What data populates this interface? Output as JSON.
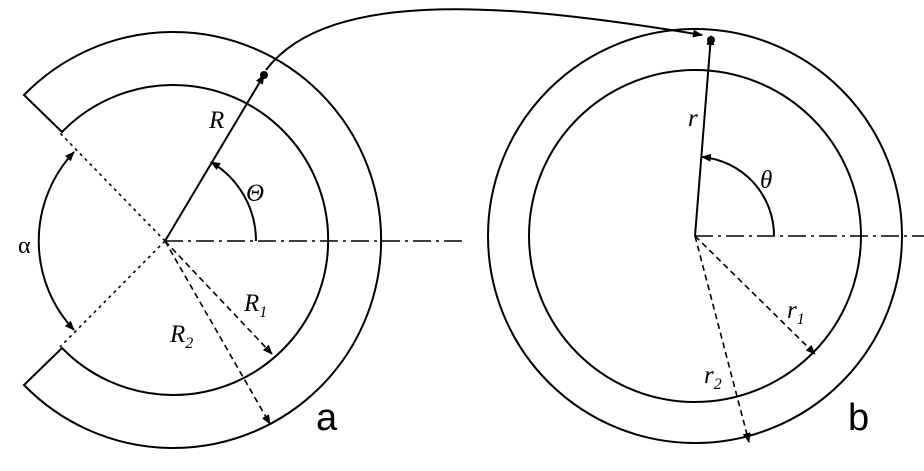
{
  "figure": {
    "panel_a": {
      "panel_label": "a",
      "alpha": "α",
      "R": "R",
      "Theta": "Θ",
      "R1_main": "R",
      "R1_sub": "1",
      "R2_main": "R",
      "R2_sub": "2"
    },
    "panel_b": {
      "panel_label": "b",
      "r": "r",
      "theta": "θ",
      "r1_main": "r",
      "r1_sub": "1",
      "r2_main": "r",
      "r2_sub": "2"
    }
  }
}
